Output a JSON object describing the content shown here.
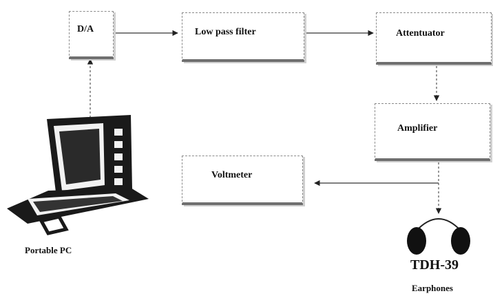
{
  "blocks": {
    "da": "D/A",
    "lowpass": "Low pass filter",
    "attenuator": "Attentuator",
    "amplifier": "Amplifier",
    "voltmeter": "Voltmeter"
  },
  "labels": {
    "portable_pc": "Portable PC",
    "model": "TDH-39",
    "earphones": "Earphones"
  },
  "icons": {
    "laptop": "portable-pc-icon",
    "earphones": "earphones-icon"
  }
}
